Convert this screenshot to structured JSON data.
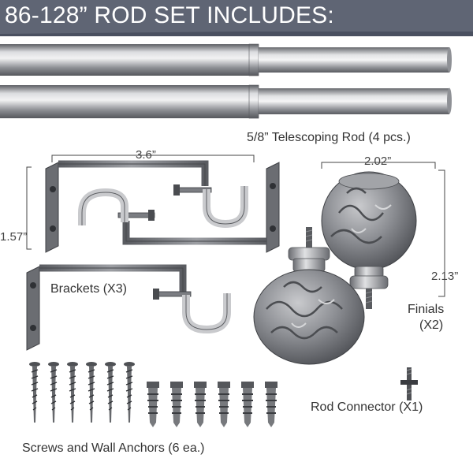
{
  "header": {
    "title": "86-128” ROD SET INCLUDES:"
  },
  "rods": {
    "label": "5/8” Telescoping Rod (4 pcs.)"
  },
  "brackets": {
    "label": "Brackets (X3)",
    "width_dim": "3.6”",
    "height_dim": "1.57”"
  },
  "finials": {
    "label_line1": "Finials",
    "label_line2": "(X2)",
    "width_dim": "2.02”",
    "height_dim": "2.13”"
  },
  "connector": {
    "label": "Rod Connector (X1)"
  },
  "hardware": {
    "label": "Screws and Wall Anchors (6 ea.)"
  },
  "colors": {
    "banner": "#5f6574",
    "banner_accent": "#4a5060",
    "metal_dark": "#6e7075",
    "metal_light": "#e4e5e7",
    "text": "#333333"
  },
  "icons": [
    "telescoping-rod",
    "curtain-bracket",
    "scroll-finial",
    "wood-screw",
    "wall-anchor",
    "rod-connector"
  ]
}
